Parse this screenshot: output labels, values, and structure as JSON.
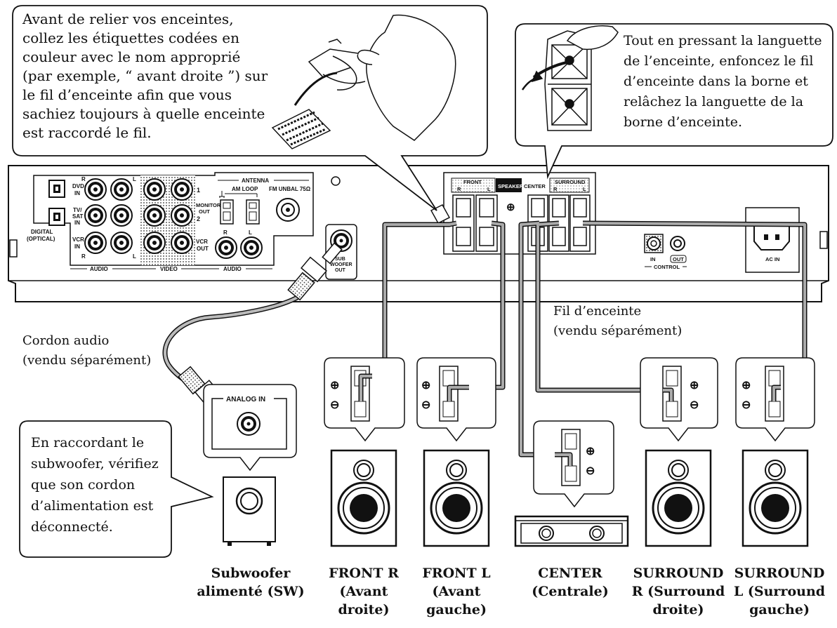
{
  "callouts": {
    "labels_tip": [
      "Avant de relier vos enceintes,",
      "collez les étiquettes codées en",
      "couleur  avec le nom approprié",
      "(par exemple, “ avant droite ”) sur",
      "le fil d’enceinte afin que vous",
      "sachiez toujours à quelle enceinte",
      "est raccordé le fil."
    ],
    "terminal_tip": [
      "Tout en pressant la languette",
      "de l’enceinte, enfoncez le fil",
      "d’enceinte dans la borne et",
      "relâchez la languette de la",
      "borne d’enceinte."
    ],
    "subwoofer_tip": [
      "En raccordant le",
      "subwoofer, vérifiez",
      "que son cordon",
      "d’alimentation est",
      "déconnecté."
    ]
  },
  "cable_labels": {
    "speaker_wire": [
      "Fil d’enceinte",
      "(vendu séparément)"
    ],
    "audio_cord": [
      "Cordon audio",
      "(vendu séparément)"
    ]
  },
  "panel": {
    "dvd_in": [
      "DVD",
      "IN"
    ],
    "tv_sat_in": [
      "TV/",
      "SAT",
      "IN"
    ],
    "vcr_in": [
      "VCR",
      "IN"
    ],
    "digital_optical": [
      "DIGITAL",
      "(OPTICAL)"
    ],
    "r": "R",
    "l": "L",
    "out_1": "1",
    "out_2": "2",
    "monitor_out": [
      "MONITOR",
      "OUT"
    ],
    "vcr_out": [
      "VCR",
      "OUT"
    ],
    "audio": "AUDIO",
    "video": "VIDEO",
    "antenna": "ANTENNA",
    "am_loop": "AM LOOP",
    "fm_unbal": "FM UNBAL 75Ω",
    "sub_woofer_out": [
      "SUB",
      "WOOFER",
      "OUT"
    ],
    "front": "FRONT",
    "speakers": "SPEAKERS",
    "center": "CENTER",
    "surround": "SURROUND",
    "plus": "⊕",
    "in": "IN",
    "out": "OUT",
    "control": "CONTROL",
    "ac_in": "AC IN"
  },
  "analog_in": "ANALOG IN",
  "speaker_captions": {
    "subwoofer": [
      "Subwoofer",
      "alimenté (SW)"
    ],
    "front_r": [
      "FRONT R",
      "(Avant",
      "droite)"
    ],
    "front_l": [
      "FRONT L",
      "(Avant",
      "gauche)"
    ],
    "center": [
      "CENTER",
      "(Centrale)"
    ],
    "surround_r": [
      "SURROUND",
      "R (Surround",
      "droite)"
    ],
    "surround_l": [
      "SURROUND",
      "L (Surround",
      "gauche)"
    ]
  },
  "polarity": {
    "plus": "⊕",
    "minus": "⊖"
  }
}
